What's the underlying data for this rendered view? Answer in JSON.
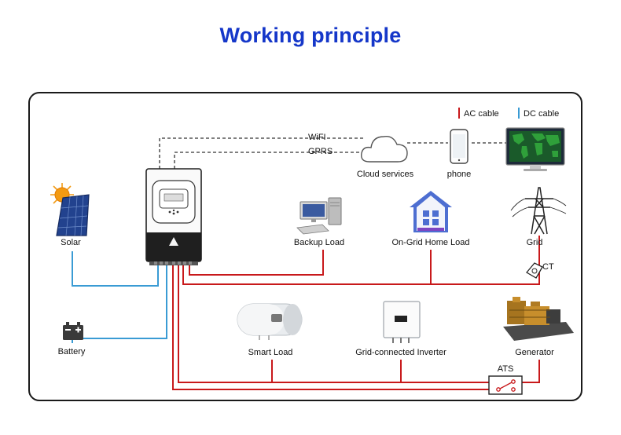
{
  "title": "Working principle",
  "legend": {
    "ac": {
      "label": "AC cable",
      "color": "#c8191b"
    },
    "dc": {
      "label": "DC cable",
      "color": "#3a9bd4"
    }
  },
  "comm": {
    "wifi": "WiFI",
    "gprs": "GPRS"
  },
  "nodes": {
    "cloud": "Cloud services",
    "phone": "phone",
    "solar": "Solar",
    "backup": "Backup Load",
    "ongrid": "On-Grid Home Load",
    "grid": "Grid",
    "ct": "CT",
    "battery": "Battery",
    "smart": "Smart Load",
    "gridinv": "Grid-connected Inverter",
    "generator": "Generator",
    "ats": "ATS"
  },
  "colors": {
    "title": "#1537c9",
    "ac_cable": "#c8191b",
    "dc_cable": "#3a9bd4"
  }
}
